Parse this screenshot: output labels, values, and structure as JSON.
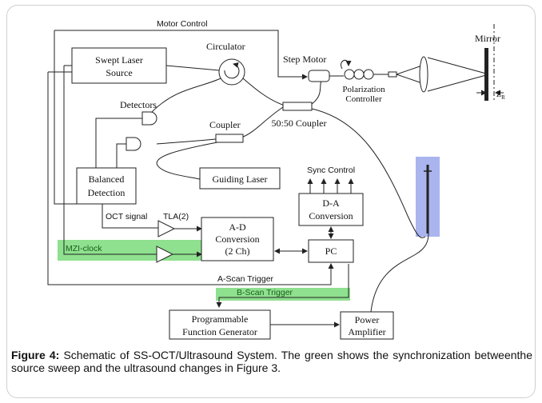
{
  "diagram": {
    "labels": {
      "motor_control": "Motor Control",
      "swept_laser_line1": "Swept Laser",
      "swept_laser_line2": "Source",
      "circulator": "Circulator",
      "step_motor": "Step Motor",
      "polarization_line1": "Polarization",
      "polarization_line2": "Controller",
      "mirror": "Mirror",
      "zr": "Z",
      "zr_sub": "R",
      "detectors": "Detectors",
      "coupler": "Coupler",
      "coupler_5050": "50:50 Coupler",
      "guiding_laser": "Guiding Laser",
      "balanced_line1": "Balanced",
      "balanced_line2": "Detection",
      "sync_control": "Sync Control",
      "da_line1": "D-A",
      "da_line2": "Conversion",
      "oct_signal": "OCT signal",
      "tla": "TLA(2)",
      "ad_line1": "A-D",
      "ad_line2": "Conversion",
      "ad_line3": "(2 Ch)",
      "mzi_clock": "MZI-clock",
      "pc": "PC",
      "a_scan_trigger": "A-Scan Trigger",
      "b_scan_trigger": "B-Scan Trigger",
      "pfg_line1": "Programmable",
      "pfg_line2": "Function Generator",
      "power_line1": "Power",
      "power_line2": "Amplifier"
    },
    "colors": {
      "sync_highlight": "#8fe08f",
      "transducer_highlight": "#aab4ee",
      "line": "#222222"
    }
  },
  "caption": {
    "label": "Figure 4:",
    "text": " Schematic of SS-OCT/Ultrasound System. The green shows the synchronization betweenthe source sweep and the ultrasound changes in Figure 3."
  }
}
